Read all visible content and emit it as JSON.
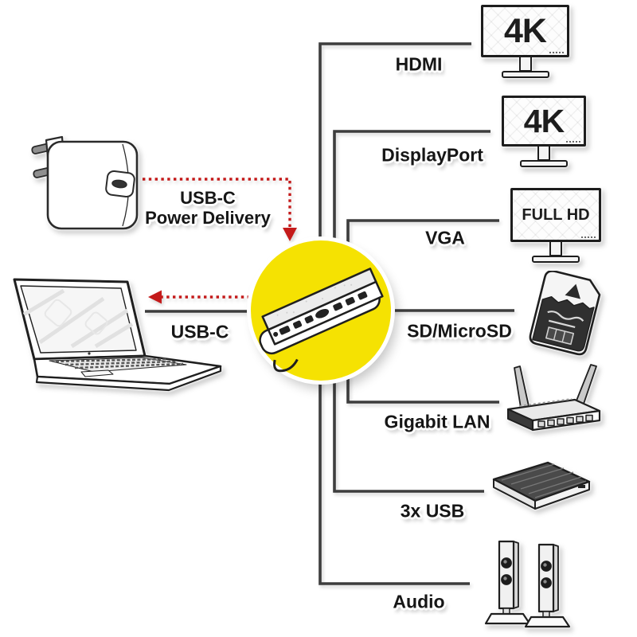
{
  "colors": {
    "hub_highlight": "#F5E202",
    "arrow_red": "#C41A1A",
    "connector_line": "#3D3D3D",
    "label_text": "#161616"
  },
  "power_adapter": {
    "icon": "power-adapter-icon",
    "label_line1": "USB-C",
    "label_line2": "Power Delivery"
  },
  "laptop": {
    "icon": "laptop-icon",
    "connection_label": "USB-C"
  },
  "hub": {
    "icon": "usb-c-dock-icon"
  },
  "connections": [
    {
      "label": "HDMI",
      "icon": "monitor-4k-icon",
      "screen_text": "4K"
    },
    {
      "label": "DisplayPort",
      "icon": "monitor-4k-icon",
      "screen_text": "4K"
    },
    {
      "label": "VGA",
      "icon": "monitor-full-hd-icon",
      "screen_text": "FULL HD"
    },
    {
      "label": "SD/MicroSD",
      "icon": "sd-card-icon"
    },
    {
      "label": "Gigabit LAN",
      "icon": "wifi-router-icon"
    },
    {
      "label": "3x USB",
      "icon": "external-drive-icon"
    },
    {
      "label": "Audio",
      "icon": "speakers-icon"
    }
  ]
}
